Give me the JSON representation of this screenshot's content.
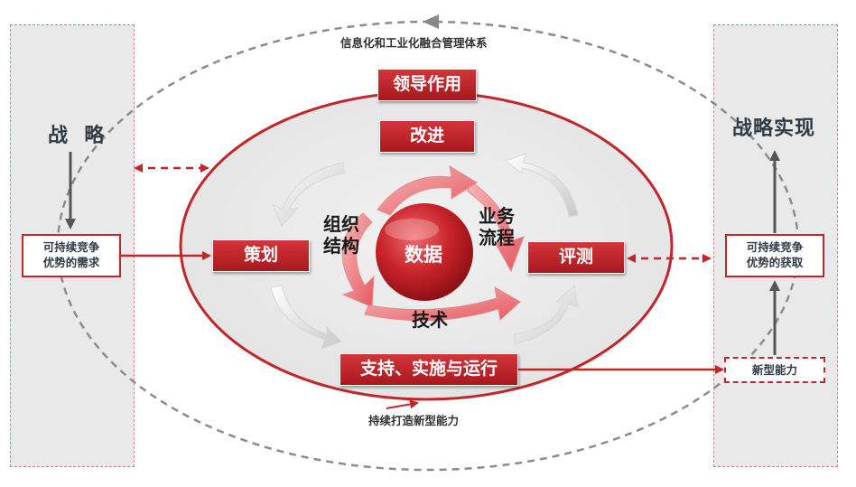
{
  "diagram": {
    "outer_title": "信息化和工业化融合管理体系",
    "left_panel": {
      "title": "战  略",
      "box": [
        "可持续竞争",
        "优势的需求"
      ]
    },
    "right_panel": {
      "title": "战略实现",
      "box": [
        "可持续竞争",
        "优势的获取"
      ],
      "capability": "新型能力"
    },
    "leadership": "领导作用",
    "improve": "改进",
    "plan": "策划",
    "measure": "评测",
    "support": "支持、实施与运行",
    "core": "数据",
    "org": [
      "组织",
      "结构"
    ],
    "process": [
      "业务",
      "流程"
    ],
    "tech": "技术",
    "bottom_caption": "持续打造新型能力"
  },
  "colors": {
    "accent_red": "#c0272d",
    "panel_gray": "#e9e9e9",
    "dark_text": "#2f3b45"
  }
}
